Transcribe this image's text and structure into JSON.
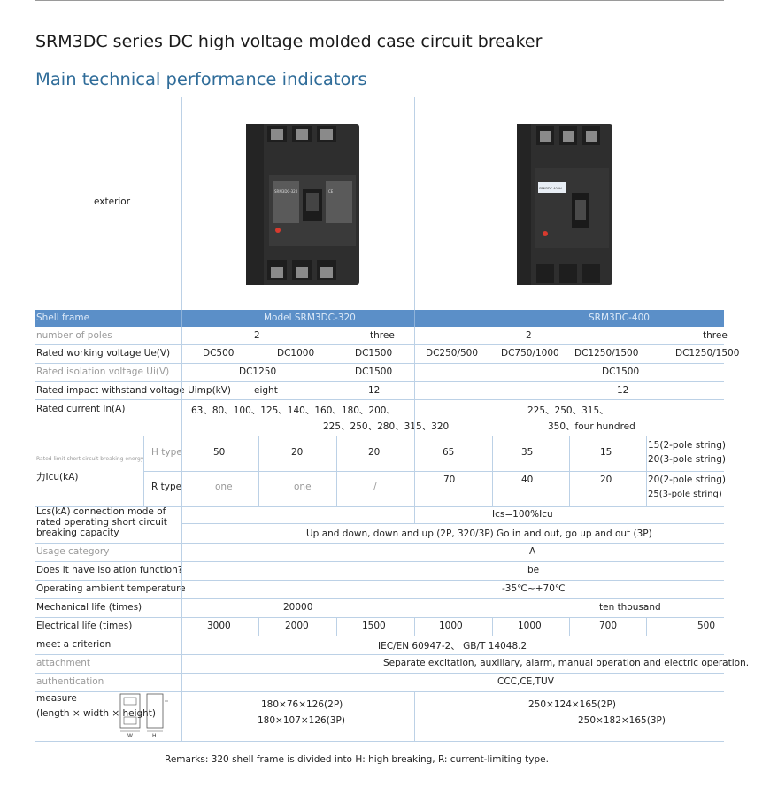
{
  "title": "SRM3DC series DC high voltage molded case circuit breaker",
  "subtitle": "Main technical performance indicators",
  "exterior_label": "exterior",
  "breaker_320": {
    "label_small": "SRM3DC-320",
    "label_badge": "CE"
  },
  "breaker_400": {
    "label_badge": "SRM3DC-400H"
  },
  "shell_frame": {
    "label": "Shell frame",
    "col_a": "Model SRM3DC-320",
    "col_b": "SRM3DC-400"
  },
  "number_of_poles": {
    "label": "number of poles",
    "a1": "2",
    "a2": "three",
    "b1": "2",
    "b2": "three"
  },
  "rated_working_voltage": {
    "label": "Rated working voltage Ue(V)",
    "v": [
      "DC500",
      "DC1000",
      "DC1500",
      "DC250/500",
      "DC750/1000",
      "DC1250/1500",
      "DC1250/1500"
    ]
  },
  "rated_isolation_voltage": {
    "label": "Rated isolation voltage Ui(V)",
    "a1": "DC1250",
    "a2": "DC1500",
    "b": "DC1500"
  },
  "rated_impact": {
    "label": "Rated impact withstand voltage Uimp(kV)",
    "a1": "eight",
    "a2": "12",
    "b": "12"
  },
  "rated_current": {
    "label": "Rated current In(A)",
    "a_line1": "63、80、100、125、140、160、180、200、",
    "a_line2": "225、250、280、315、320",
    "b_line1": "225、250、315、",
    "b_line2": "350、four hundred"
  },
  "short_circuit": {
    "label_small": "Rated limit short circuit breaking energy",
    "label_main": "力Icu(kA)",
    "h_type": "H type",
    "r_type": "R type",
    "h_values": [
      "50",
      "20",
      "20",
      "65",
      "35",
      "15"
    ],
    "h_last_1": "15(2-pole string)",
    "h_last_2": "20(3-pole string)",
    "r_values": [
      "one",
      "one",
      "/",
      "70",
      "40",
      "20"
    ],
    "r_last_1": "20(2-pole string)",
    "r_last_2": "25(3-pole string)"
  },
  "lcs": {
    "label": "Lcs(kA) connection mode of rated operating short circuit breaking capacity",
    "value": "Ics=100%Icu"
  },
  "connection": {
    "value": "Up and down, down and up (2P, 320/3P)   Go in and out, go up and out (3P)"
  },
  "usage_category": {
    "label": "Usage category",
    "value": "A"
  },
  "isolation": {
    "label": "Does it have isolation function?",
    "value": "be"
  },
  "ambient": {
    "label": "Operating ambient temperature",
    "value": "-35℃~+70℃"
  },
  "mechanical_life": {
    "label": "Mechanical life (times)",
    "a": "20000",
    "b": "ten thousand"
  },
  "electrical_life": {
    "label": "Electrical life (times)",
    "v": [
      "3000",
      "2000",
      "1500",
      "1000",
      "1000",
      "700",
      "500"
    ]
  },
  "criterion": {
    "label": "meet a criterion",
    "value": "IEC/EN 60947-2、 GB/T 14048.2"
  },
  "attachment": {
    "label": "attachment",
    "value": "Separate excitation, auxiliary, alarm, manual operation and electric operation."
  },
  "authentication": {
    "label": "authentication",
    "value": "CCC,CE,TUV"
  },
  "measure": {
    "label_1": "measure",
    "label_2": "(length × width × height)",
    "dim_w": "W",
    "dim_h": "H",
    "a1": "180×76×126(2P)",
    "a2": "180×107×126(3P)",
    "b1": "250×124×165(2P)",
    "b2": "250×182×165(3P)"
  },
  "remarks": "Remarks: 320 shell frame is divided into H: high breaking, R: current-limiting type.",
  "colors": {
    "title_blue": "#2f6c99",
    "band_blue": "#5b8fc8",
    "rule": "#bcd1e6",
    "body_dark": "#2a2a2a",
    "red_button": "#d83a2e"
  }
}
